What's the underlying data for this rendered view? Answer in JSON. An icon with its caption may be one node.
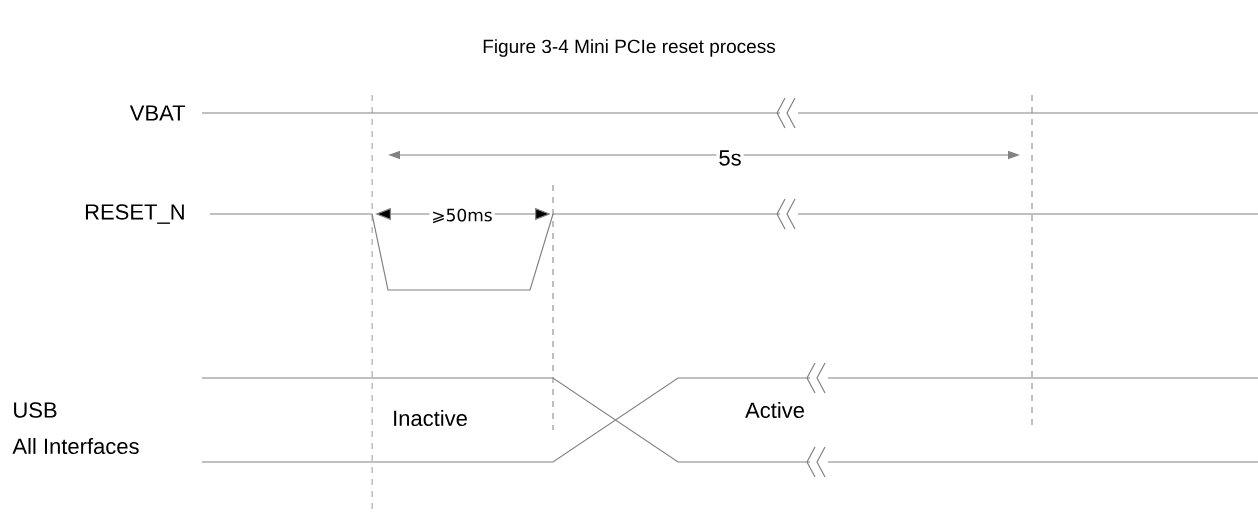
{
  "diagram": {
    "title": "Figure 3-4 Mini PCIe reset process",
    "labels": [
      "VBAT",
      "5s",
      "RESET_N",
      "⩾50ms",
      "USB",
      "All Interfaces",
      "Inactive",
      "Active"
    ]
  }
}
